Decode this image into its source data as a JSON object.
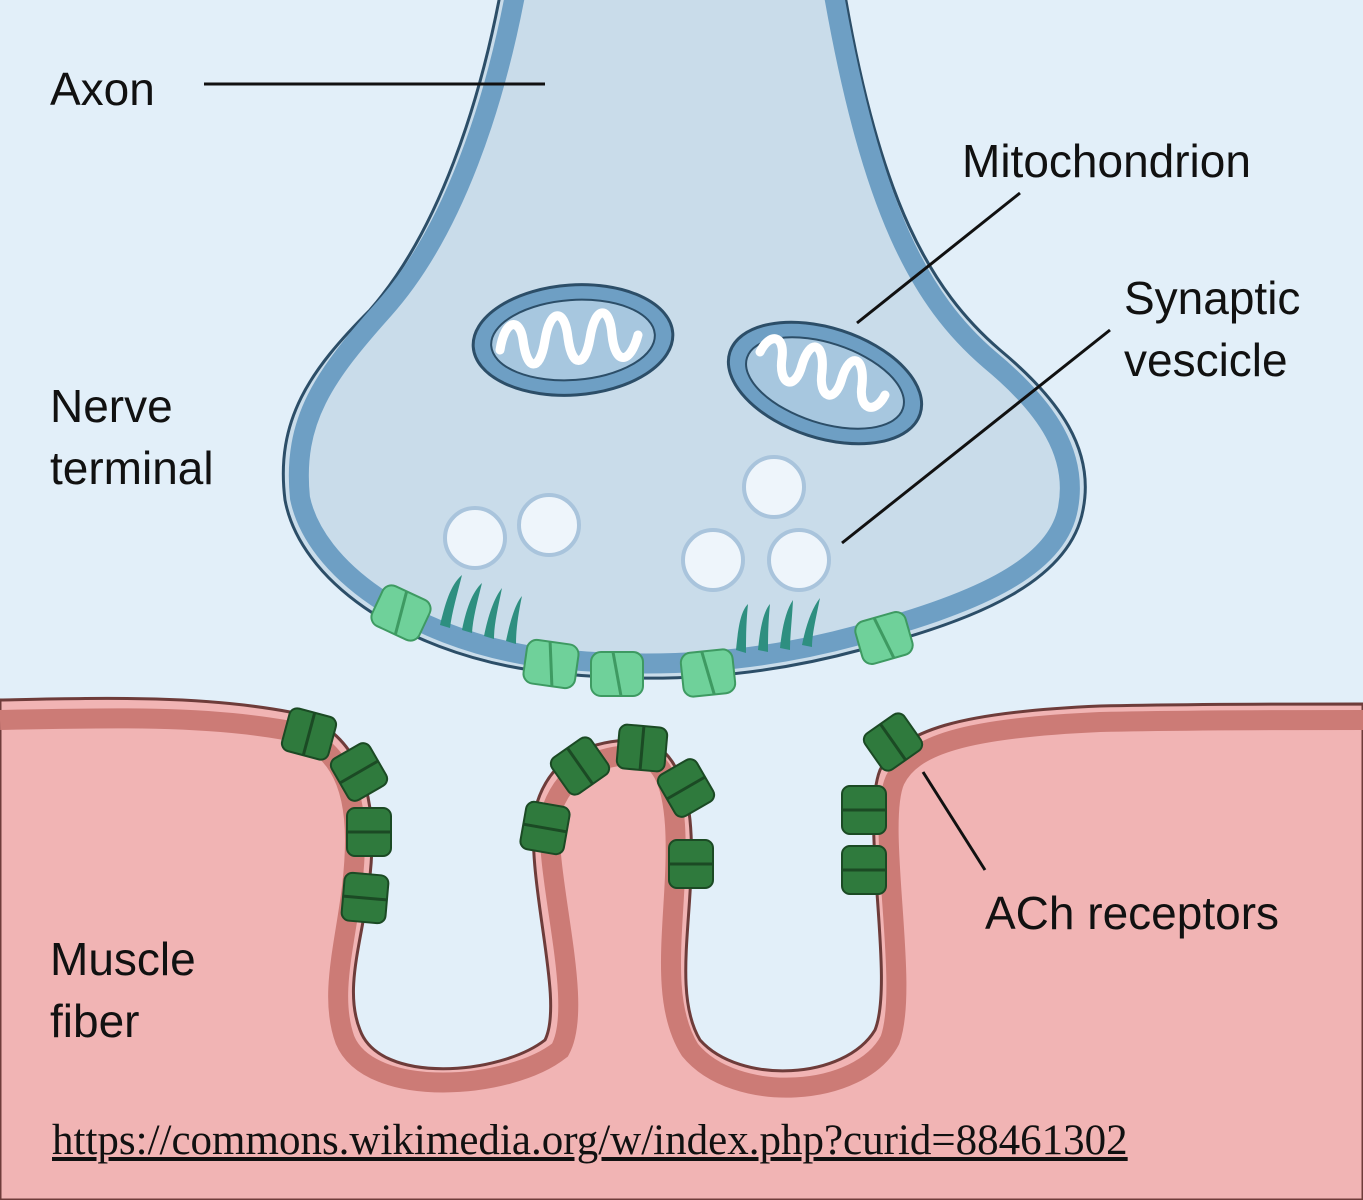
{
  "labels": {
    "axon": "Axon",
    "mitochondrion": "Mitochondrion",
    "synaptic_vesicle": [
      "Synaptic",
      "vescicle"
    ],
    "nerve_terminal": [
      "Nerve",
      "terminal"
    ],
    "ach_receptors": "ACh receptors",
    "muscle_fiber": [
      "Muscle",
      "fiber"
    ]
  },
  "source": "https://commons.wikimedia.org/w/index.php?curid=88461302",
  "colors": {
    "background": "#e2eff9",
    "axoplasm": "#c9dcea",
    "nerve_membrane": "#6e9fc4",
    "membrane_edge": "#2c4e68",
    "muscle_tissue": "#f1b4b4",
    "muscle_membrane": "#cc7b76",
    "vesicle": "#eef5fb",
    "release_channel": "#6fd19a",
    "ach_receptor": "#2f7a3d",
    "docking_fiber": "#2e8f80"
  }
}
